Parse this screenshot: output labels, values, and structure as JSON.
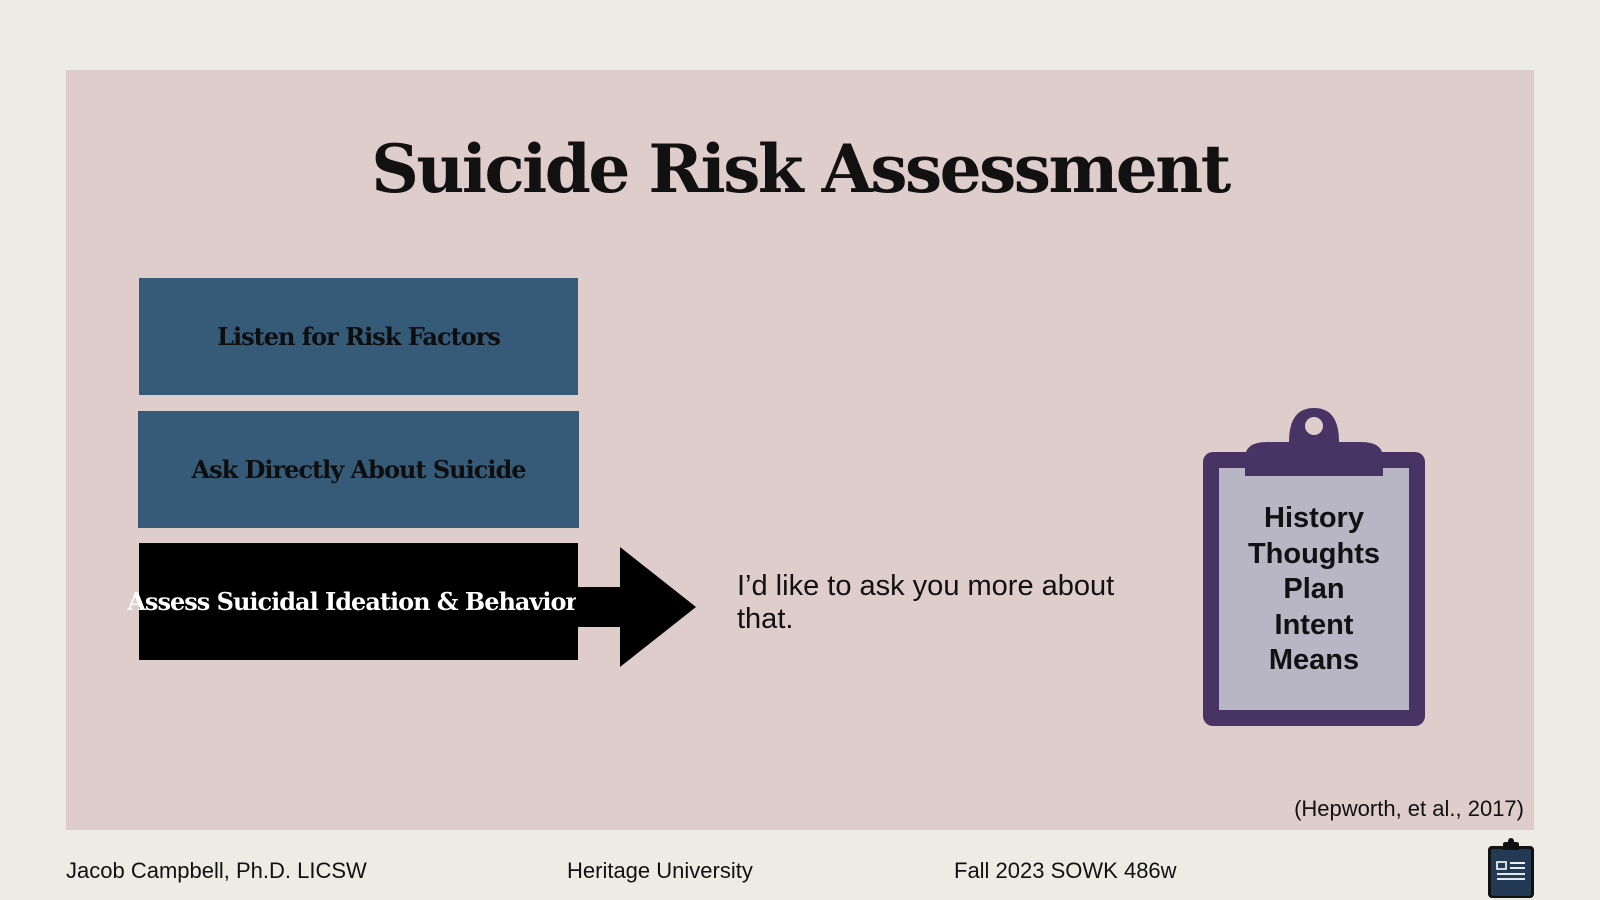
{
  "slide": {
    "title": "Suicide Risk Assessment",
    "steps": [
      {
        "label": "Listen for Risk Factors"
      },
      {
        "label": "Ask Directly About Suicide"
      },
      {
        "label": "Assess Suicidal Ideation & Behaviors"
      }
    ],
    "quote": "I’d like to ask you more about that.",
    "clipboard_items": [
      "History",
      "Thoughts",
      "Plan",
      "Intent",
      "Means"
    ],
    "citation": "(Hepworth, et al., 2017)"
  },
  "footer": {
    "author": "Jacob Campbell, Ph.D. LICSW",
    "school": "Heritage University",
    "course": "Fall 2023 SOWK 486w",
    "icon": "clipboard-icon"
  },
  "colors": {
    "page_background": "#ecece4",
    "panel_background": "#decdcb",
    "step_blue": "#365b78",
    "step_black": "#000000",
    "clipboard_frame": "#473465",
    "clipboard_paper": "#b8b5c5",
    "footer_icon": "#233a54"
  }
}
